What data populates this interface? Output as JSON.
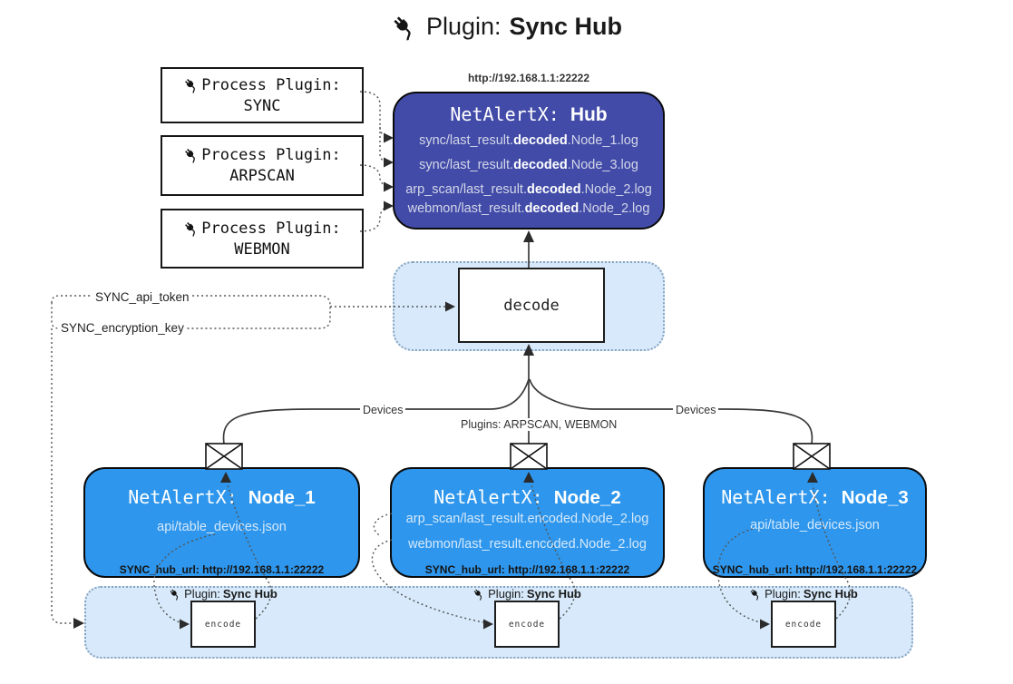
{
  "title": {
    "prefix": "Plugin:",
    "name": "Sync Hub"
  },
  "hub": {
    "url": "http://192.168.1.1:22222",
    "title_prefix": "NetAlertX: ",
    "title_name": "Hub",
    "files": [
      {
        "pre": "sync/last_result.",
        "bold": "decoded",
        "post": ".Node_1.log"
      },
      {
        "pre": "sync/last_result.",
        "bold": "decoded",
        "post": ".Node_3.log"
      },
      {
        "pre": "arp_scan/last_result.",
        "bold": "decoded",
        "post": ".Node_2.log"
      },
      {
        "pre": "webmon/last_result.",
        "bold": "decoded",
        "post": ".Node_2.log"
      }
    ]
  },
  "process_plugins": [
    {
      "label": "Process Plugin:",
      "name": "SYNC"
    },
    {
      "label": "Process Plugin:",
      "name": "ARPSCAN"
    },
    {
      "label": "Process Plugin:",
      "name": "WEBMON"
    }
  ],
  "decode": {
    "label": "decode"
  },
  "keys": {
    "api_token": "SYNC_api_token",
    "encryption_key": "SYNC_encryption_key"
  },
  "edge_labels": {
    "devices_left": "Devices",
    "plugins_middle": "Plugins: ARPSCAN, WEBMON",
    "devices_right": "Devices"
  },
  "nodes": [
    {
      "title_prefix": "NetAlertX: ",
      "name": "Node_1",
      "files": [
        "api/table_devices.json"
      ],
      "hub_url": "SYNC_hub_url: http://192.168.1.1:22222"
    },
    {
      "title_prefix": "NetAlertX: ",
      "name": "Node_2",
      "files": [
        "arp_scan/last_result.encoded.Node_2.log",
        "webmon/last_result.encoded.Node_2.log"
      ],
      "hub_url": "SYNC_hub_url: http://192.168.1.1:22222"
    },
    {
      "title_prefix": "NetAlertX: ",
      "name": "Node_3",
      "files": [
        "api/table_devices.json"
      ],
      "hub_url": "SYNC_hub_url: http://192.168.1.1:22222"
    }
  ],
  "encoders": [
    {
      "plugin_prefix": "Plugin:",
      "plugin_name": "Sync Hub",
      "label": "encode"
    },
    {
      "plugin_prefix": "Plugin:",
      "plugin_name": "Sync Hub",
      "label": "encode"
    },
    {
      "plugin_prefix": "Plugin:",
      "plugin_name": "Sync Hub",
      "label": "encode"
    }
  ],
  "colors": {
    "hub": "#424CA8",
    "node": "#2E96EC",
    "panel": "#D7E9FA",
    "panel_border": "#87A3BF",
    "text_light": "#D3D6E8",
    "node_text_light": "#D5E9FB",
    "line": "#3A3A3A",
    "dotted": "#555555"
  }
}
